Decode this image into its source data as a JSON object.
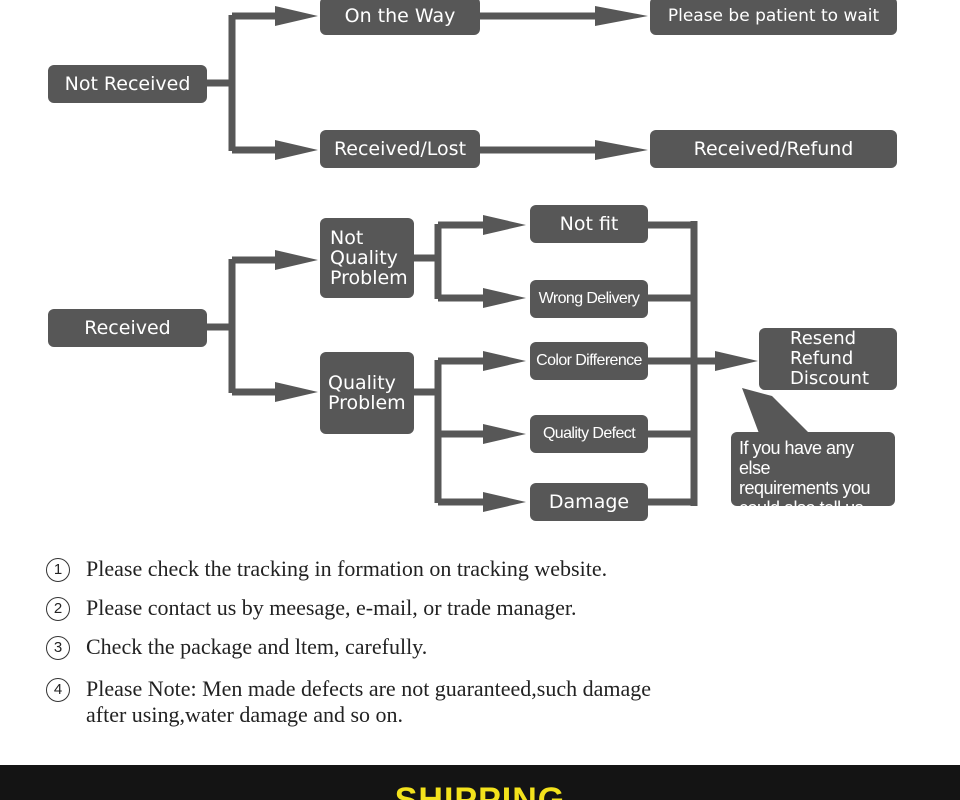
{
  "flow_top": {
    "not_received": "Not Received",
    "on_the_way": "On the Way",
    "wait": "Please be patient to wait",
    "received_lost": "Received/Lost",
    "received_refund": "Received/Refund"
  },
  "flow_bottom": {
    "received": "Received",
    "not_quality": "Not\nQuality\nProblem",
    "quality": "Quality\nProblem",
    "not_fit": "Not fit",
    "wrong_delivery": "Wrong Delivery",
    "color_difference": "Color Difference",
    "quality_defect": "Quality Defect",
    "damage": "Damage",
    "outcome": "Resend\nRefund\nDiscount",
    "note": "If you have any else\nrequirements you\ncould also tell us"
  },
  "steps": [
    {
      "num": "1",
      "text": "Please check the tracking in formation on tracking website."
    },
    {
      "num": "2",
      "text": "Please contact us by meesage, e-mail, or trade manager."
    },
    {
      "num": "3",
      "text": "Check the package and ltem, carefully."
    },
    {
      "num": "4",
      "text": "Please Note: Men made defects  are not guaranteed,such damage\nafter using,water damage and so on."
    }
  ],
  "footer": {
    "title": "SHIPPING"
  },
  "colors": {
    "box": "#575757",
    "connector": "#575757",
    "banner": "#141414",
    "banner_text": "#f3e21c"
  }
}
